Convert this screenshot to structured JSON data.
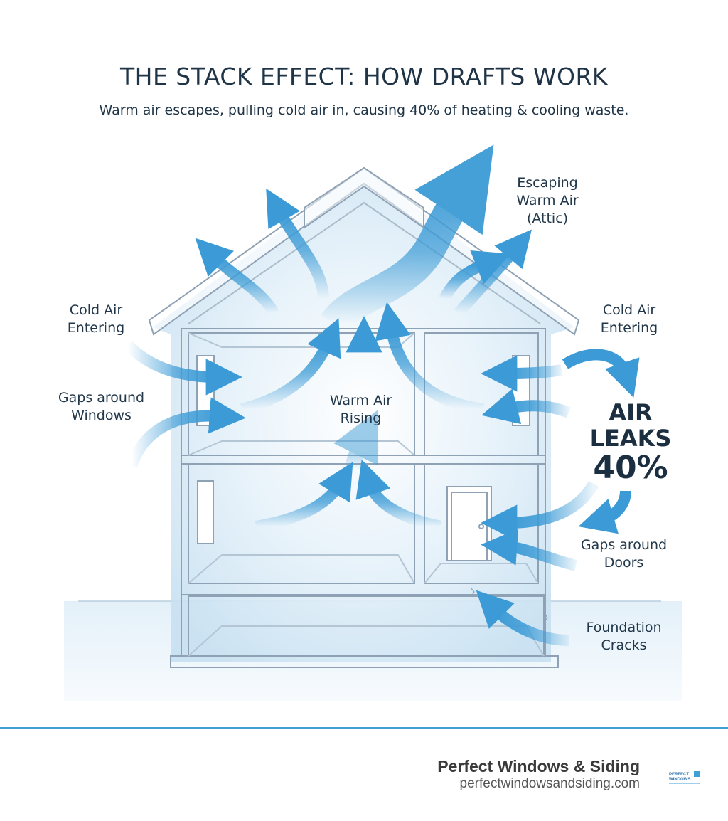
{
  "title": "THE STACK EFFECT: HOW DRAFTS WORK",
  "subtitle": "Warm air escapes, pulling cold air in, causing 40% of heating & cooling waste.",
  "labels": {
    "escaping_warm_air": "Escaping\nWarm Air\n(Attic)",
    "cold_air_left": "Cold Air\nEntering",
    "cold_air_right": "Cold Air\nEntering",
    "gaps_windows": "Gaps around\nWindows",
    "warm_air_rising": "Warm Air\nRising",
    "gaps_doors": "Gaps around\nDoors",
    "foundation_cracks": "Foundation\nCracks"
  },
  "stat": {
    "line1": "AIR",
    "line2": "LEAKS",
    "line3": "40%"
  },
  "footer": {
    "company": "Perfect Windows & Siding",
    "url": "perfectwindowsandsiding.com",
    "logo_text": "PERFECT WINDOWS"
  },
  "colors": {
    "arrow": "#3c9bd6",
    "outline": "#8fa2b5",
    "glow": "#cfe6f5",
    "accent": "#3ea1d6"
  }
}
